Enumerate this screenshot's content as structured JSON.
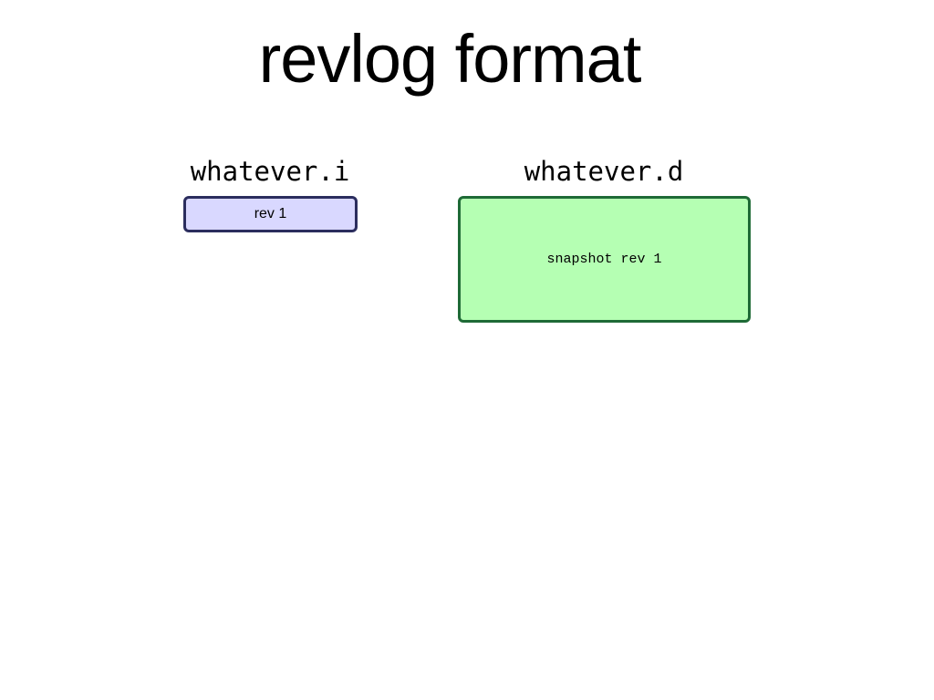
{
  "slide": {
    "title": "revlog format"
  },
  "index_file": {
    "name": "whatever.i",
    "entries": [
      "rev 1"
    ]
  },
  "data_file": {
    "name": "whatever.d",
    "entries": [
      "snapshot rev 1"
    ]
  },
  "colors": {
    "index_fill": "#d9d8ff",
    "index_border": "#2b2d5e",
    "data_fill": "#b5ffb3",
    "data_border": "#1e6a36"
  }
}
